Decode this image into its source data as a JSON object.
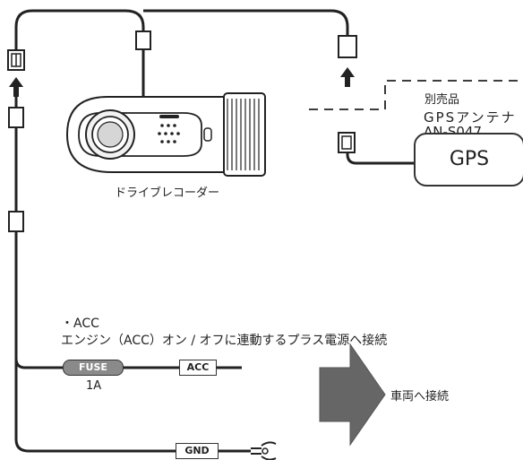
{
  "device_label": "ドライブレコーダー",
  "optional_item_label": "別売品",
  "gps_product_name": "GPSアンテナ",
  "gps_model": "AN-S047",
  "gps_box_label": "GPS",
  "acc_bullet": "・ACC",
  "acc_description": "エンジン（ACC）オン / オフに連動するプラス電源へ接続",
  "fuse_label": "FUSE",
  "fuse_rating": "1A",
  "acc_tag": "ACC",
  "gnd_tag": "GND",
  "vehicle_connect_label": "車両へ接続"
}
